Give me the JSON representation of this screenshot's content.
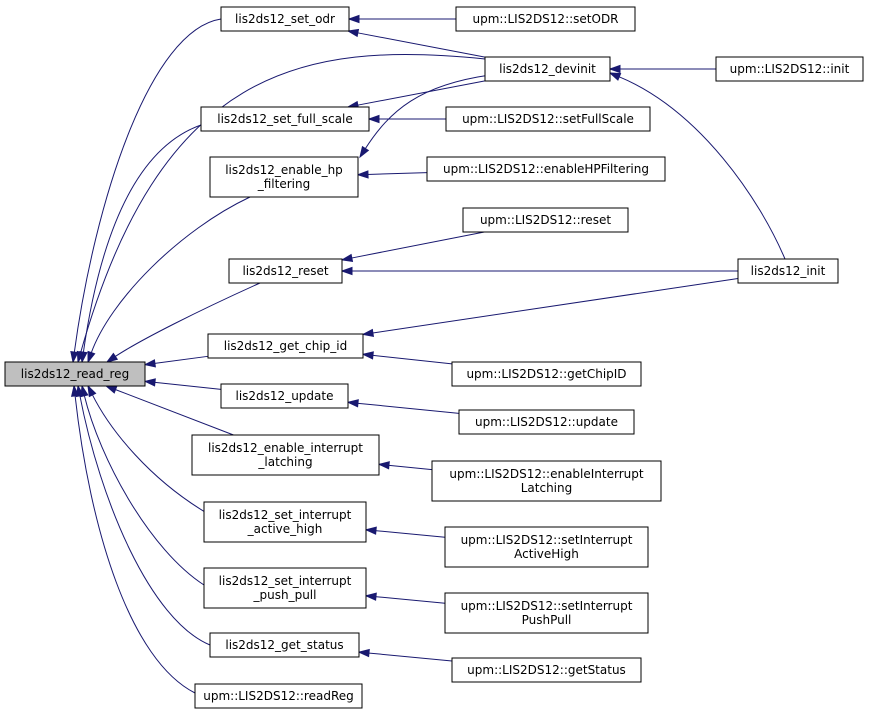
{
  "colors": {
    "edge": "#191970",
    "root_fill": "#bfbfbf",
    "node_fill": "#ffffff"
  },
  "nodes": {
    "read_reg": {
      "lines": [
        "lis2ds12_read_reg"
      ]
    },
    "set_odr": {
      "lines": [
        "lis2ds12_set_odr"
      ]
    },
    "setODR": {
      "lines": [
        "upm::LIS2DS12::setODR"
      ]
    },
    "devinit": {
      "lines": [
        "lis2ds12_devinit"
      ]
    },
    "upm_init": {
      "lines": [
        "upm::LIS2DS12::init"
      ]
    },
    "set_full_scale": {
      "lines": [
        "lis2ds12_set_full_scale"
      ]
    },
    "setFullScale": {
      "lines": [
        "upm::LIS2DS12::setFullScale"
      ]
    },
    "enable_hp": {
      "lines": [
        "lis2ds12_enable_hp",
        "_filtering"
      ]
    },
    "enableHPFiltering": {
      "lines": [
        "upm::LIS2DS12::enableHPFiltering"
      ]
    },
    "upm_reset": {
      "lines": [
        "upm::LIS2DS12::reset"
      ]
    },
    "reset": {
      "lines": [
        "lis2ds12_reset"
      ]
    },
    "init": {
      "lines": [
        "lis2ds12_init"
      ]
    },
    "get_chip_id": {
      "lines": [
        "lis2ds12_get_chip_id"
      ]
    },
    "getChipID": {
      "lines": [
        "upm::LIS2DS12::getChipID"
      ]
    },
    "update": {
      "lines": [
        "lis2ds12_update"
      ]
    },
    "upm_update": {
      "lines": [
        "upm::LIS2DS12::update"
      ]
    },
    "enable_int_latch": {
      "lines": [
        "lis2ds12_enable_interrupt",
        "_latching"
      ]
    },
    "enableInterruptLatching": {
      "lines": [
        "upm::LIS2DS12::enableInterrupt",
        "Latching"
      ]
    },
    "set_int_active_high": {
      "lines": [
        "lis2ds12_set_interrupt",
        "_active_high"
      ]
    },
    "setInterruptActiveHigh": {
      "lines": [
        "upm::LIS2DS12::setInterrupt",
        "ActiveHigh"
      ]
    },
    "set_int_push_pull": {
      "lines": [
        "lis2ds12_set_interrupt",
        "_push_pull"
      ]
    },
    "setInterruptPushPull": {
      "lines": [
        "upm::LIS2DS12::setInterrupt",
        "PushPull"
      ]
    },
    "get_status": {
      "lines": [
        "lis2ds12_get_status"
      ]
    },
    "getStatus": {
      "lines": [
        "upm::LIS2DS12::getStatus"
      ]
    },
    "readReg": {
      "lines": [
        "upm::LIS2DS12::readReg"
      ]
    }
  },
  "edges": [
    {
      "from": "set_odr",
      "to": "read_reg"
    },
    {
      "from": "devinit",
      "to": "read_reg"
    },
    {
      "from": "set_full_scale",
      "to": "read_reg"
    },
    {
      "from": "enable_hp",
      "to": "read_reg"
    },
    {
      "from": "reset",
      "to": "read_reg"
    },
    {
      "from": "get_chip_id",
      "to": "read_reg"
    },
    {
      "from": "update",
      "to": "read_reg"
    },
    {
      "from": "enable_int_latch",
      "to": "read_reg"
    },
    {
      "from": "set_int_active_high",
      "to": "read_reg"
    },
    {
      "from": "set_int_push_pull",
      "to": "read_reg"
    },
    {
      "from": "get_status",
      "to": "read_reg"
    },
    {
      "from": "readReg",
      "to": "read_reg"
    },
    {
      "from": "setODR",
      "to": "set_odr"
    },
    {
      "from": "devinit",
      "to": "set_odr"
    },
    {
      "from": "upm_init",
      "to": "devinit"
    },
    {
      "from": "init",
      "to": "devinit"
    },
    {
      "from": "devinit",
      "to": "set_full_scale"
    },
    {
      "from": "setFullScale",
      "to": "set_full_scale"
    },
    {
      "from": "devinit",
      "to": "enable_hp"
    },
    {
      "from": "enableHPFiltering",
      "to": "enable_hp"
    },
    {
      "from": "upm_reset",
      "to": "reset"
    },
    {
      "from": "init",
      "to": "reset"
    },
    {
      "from": "init",
      "to": "get_chip_id"
    },
    {
      "from": "getChipID",
      "to": "get_chip_id"
    },
    {
      "from": "upm_update",
      "to": "update"
    },
    {
      "from": "enableInterruptLatching",
      "to": "enable_int_latch"
    },
    {
      "from": "setInterruptActiveHigh",
      "to": "set_int_active_high"
    },
    {
      "from": "setInterruptPushPull",
      "to": "set_int_push_pull"
    },
    {
      "from": "getStatus",
      "to": "get_status"
    }
  ]
}
